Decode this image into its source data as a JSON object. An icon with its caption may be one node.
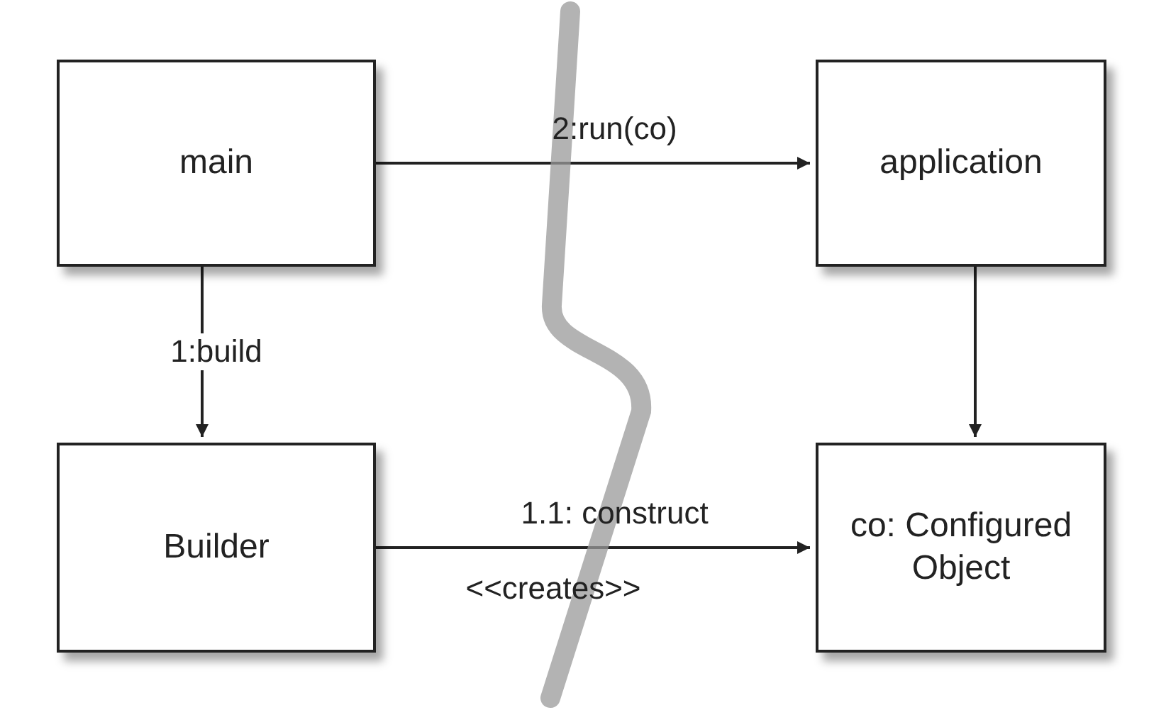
{
  "diagram": {
    "nodes": [
      {
        "text": [
          "main"
        ]
      },
      {
        "text": [
          "application"
        ]
      },
      {
        "text": [
          "Builder"
        ]
      },
      {
        "text": [
          "co: Configured Object"
        ]
      }
    ],
    "edges": [
      {
        "from": 0,
        "to": 1,
        "arrow": "to",
        "label": "2:run(co)"
      },
      {
        "from": 0,
        "to": 2,
        "arrow": "to",
        "label": "1:build"
      },
      {
        "from": 1,
        "to": 3,
        "arrow": "to"
      },
      {
        "from": 2,
        "to": 3,
        "arrow": "to",
        "label": "1.1: construct"
      }
    ],
    "labels": [
      "<<creates>>"
    ]
  }
}
